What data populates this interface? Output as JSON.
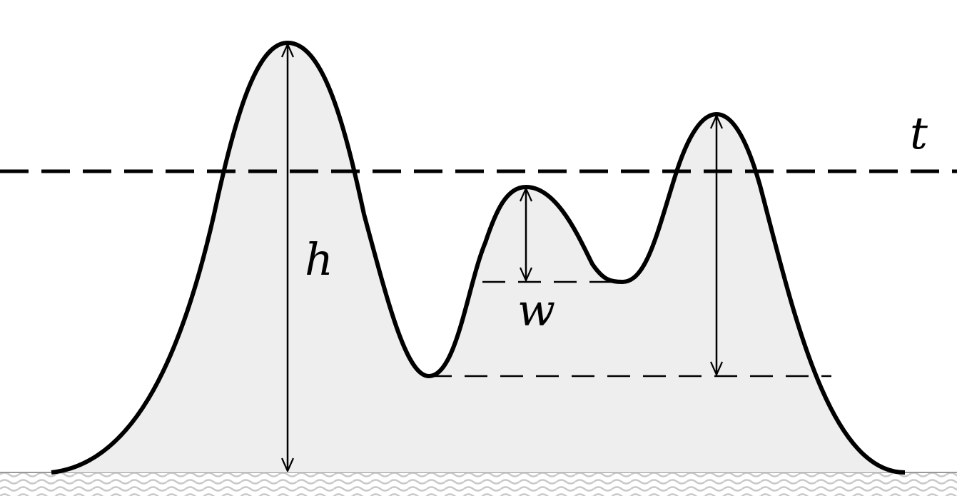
{
  "labels": {
    "threshold": "t",
    "height": "h",
    "width": "w"
  },
  "colors": {
    "fill": "#eeeeee",
    "stroke": "#000000",
    "ground_wave": "#c8c8c8",
    "background": "#ffffff"
  }
}
